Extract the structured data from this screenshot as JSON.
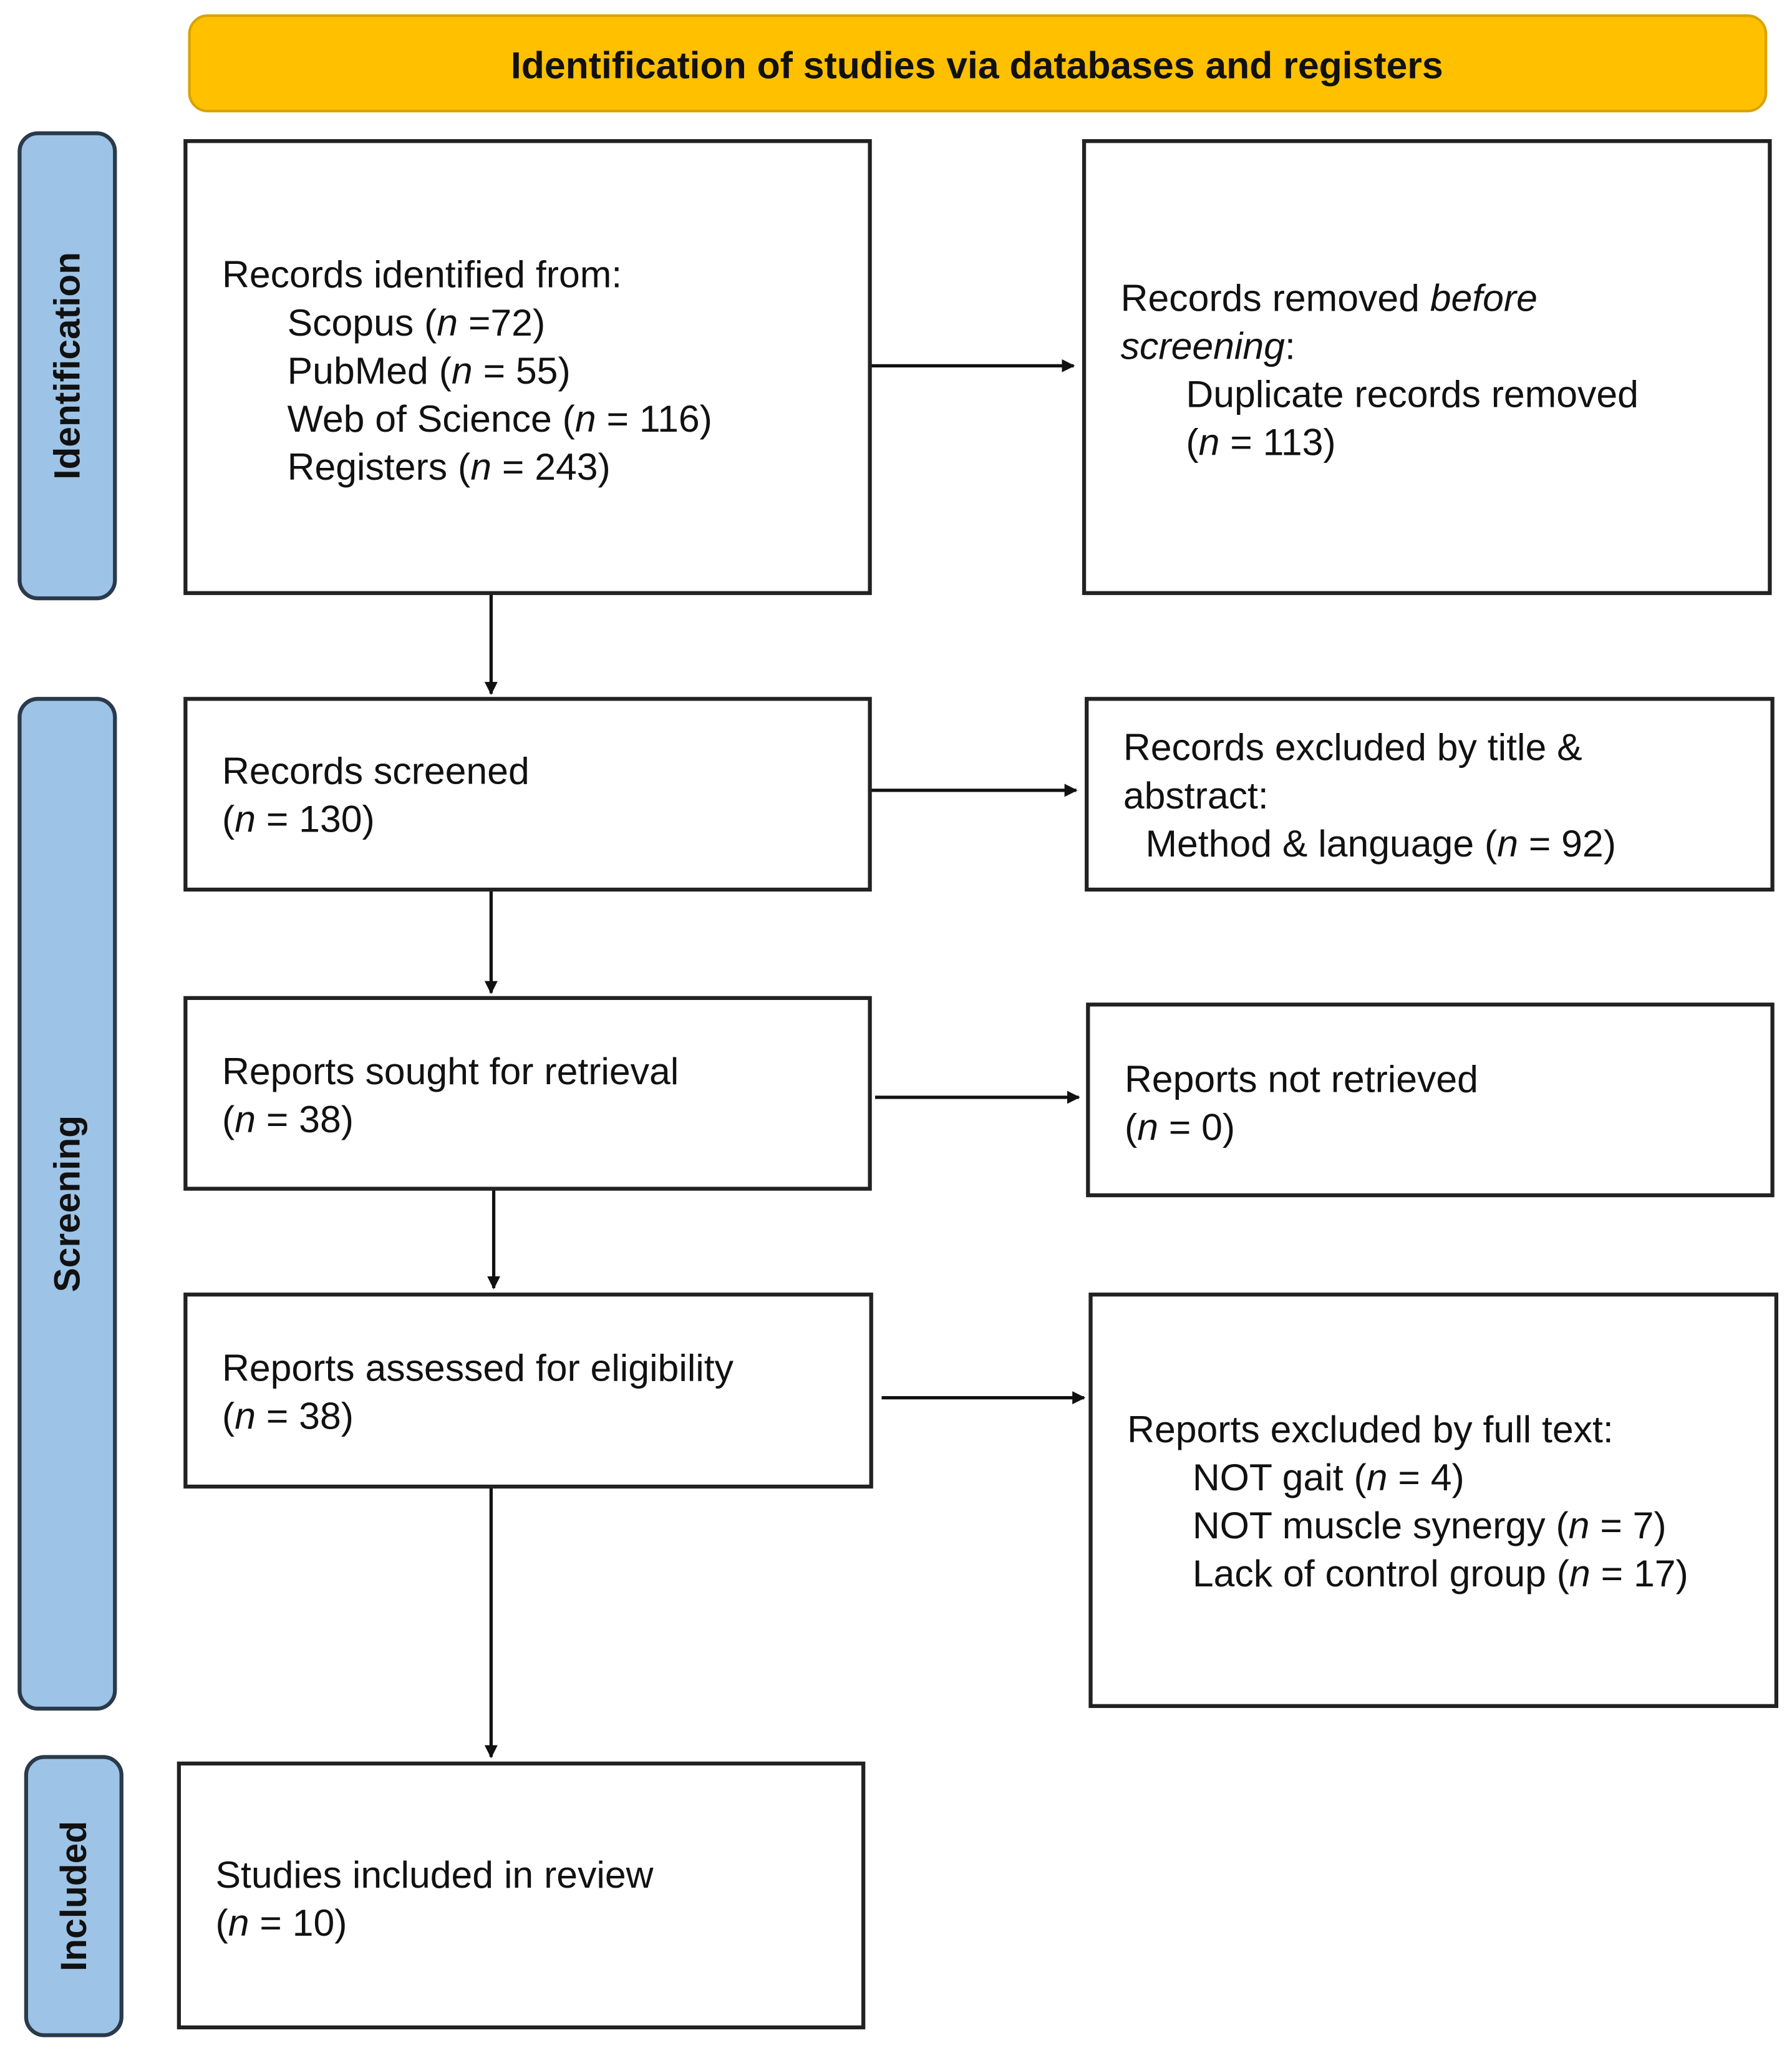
{
  "header": {
    "title": "Identification of studies via databases and registers",
    "color": "#FFC000"
  },
  "phases": [
    {
      "id": "identification",
      "label": "Identification"
    },
    {
      "id": "screening",
      "label": "Screening"
    },
    {
      "id": "included",
      "label": "Included"
    }
  ],
  "phase_color": "#9DC3E6",
  "boxes": [
    {
      "id": "records-identified",
      "lines": [
        {
          "pre": "Records identified from:"
        },
        {
          "pre": "Scopus (",
          "n": "n",
          "post": " =72)",
          "indent": true
        },
        {
          "pre": "PubMed (",
          "n": "n",
          "post": " = 55)",
          "indent": true
        },
        {
          "pre": "Web of Science (",
          "n": "n",
          "post": " = 116)",
          "indent": true
        },
        {
          "pre": "Registers (",
          "n": "n",
          "post": " = 243)",
          "indent": true
        }
      ]
    },
    {
      "id": "records-removed",
      "lines": [
        {
          "pre": "Records removed ",
          "n": "before"
        },
        {
          "n": "screening",
          "post": ":"
        },
        {
          "pre": "Duplicate records removed",
          "indent": true
        },
        {
          "pre": "(",
          "n": "n",
          "post": " = 113)",
          "indent": true
        }
      ]
    },
    {
      "id": "records-screened",
      "lines": [
        {
          "pre": "Records screened"
        },
        {
          "pre": "(",
          "n": "n",
          "post": " = 130)"
        }
      ]
    },
    {
      "id": "records-excluded",
      "lines": [
        {
          "pre": "Records excluded by title &"
        },
        {
          "pre": "abstract:"
        },
        {
          "pre": "Method & language (",
          "n": "n",
          "post": " = 92)",
          "indent": true
        }
      ]
    },
    {
      "id": "reports-sought",
      "lines": [
        {
          "pre": "Reports sought for retrieval"
        },
        {
          "pre": "(",
          "n": "n",
          "post": " = 38)"
        }
      ]
    },
    {
      "id": "reports-not-retrieved",
      "lines": [
        {
          "pre": "Reports not retrieved"
        },
        {
          "pre": "(",
          "n": "n",
          "post": " = 0)"
        }
      ]
    },
    {
      "id": "reports-assessed",
      "lines": [
        {
          "pre": "Reports assessed for eligibility"
        },
        {
          "pre": "(",
          "n": "n",
          "post": " = 38)"
        }
      ]
    },
    {
      "id": "reports-excluded",
      "lines": [
        {
          "pre": "Reports excluded by full text:"
        },
        {
          "pre": "NOT gait (",
          "n": "n",
          "post": " = 4)",
          "indent": true
        },
        {
          "pre": "NOT muscle synergy (",
          "n": "n",
          "post": " = 7)",
          "indent": true
        },
        {
          "pre": "Lack of control group (",
          "n": "n",
          "post": " = 17)",
          "indent": true
        }
      ]
    },
    {
      "id": "studies-included",
      "lines": [
        {
          "pre": "Studies included in review"
        },
        {
          "pre": "(",
          "n": "n",
          "post": " = 10)"
        }
      ]
    }
  ]
}
